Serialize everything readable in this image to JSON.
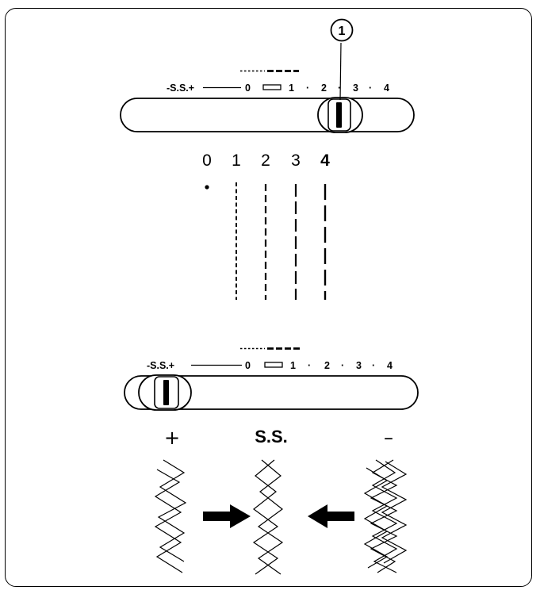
{
  "dial_scale": {
    "ss_label": "-S.S.+",
    "marks": [
      "0",
      "1",
      "2",
      "3",
      "4"
    ],
    "dot": "·"
  },
  "callout_label": "1",
  "stitch_lengths": [
    "0",
    "1",
    "2",
    "3",
    "4"
  ],
  "pattern_labels": {
    "plus": "+",
    "ss": "S.S.",
    "minus": "–"
  },
  "icons": {
    "top_dial": "stitch-length-dial-set-4",
    "bottom_dial": "stitch-length-dial-set-ss",
    "arrow_right": "arrow-right-icon",
    "arrow_left": "arrow-left-icon"
  }
}
